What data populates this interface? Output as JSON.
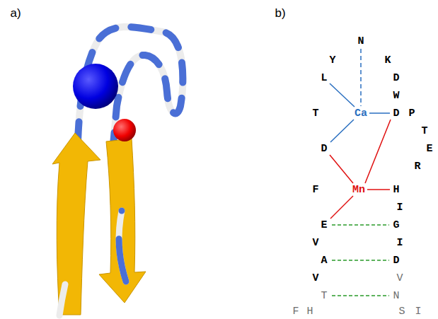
{
  "diagram": {
    "labels": [
      "a)",
      "b)",
      "N",
      "Y",
      "K",
      "L",
      "D",
      "W",
      "T",
      "Ca",
      "D",
      "P",
      "T",
      "D",
      "E",
      "R",
      "F",
      "Mn",
      "H",
      "I",
      "E",
      "G",
      "V",
      "I",
      "A",
      "D",
      "V",
      "V",
      "T",
      "N",
      "F",
      "H",
      "S",
      "I"
    ]
  }
}
